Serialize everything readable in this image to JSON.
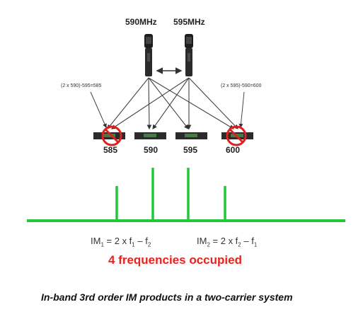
{
  "colors": {
    "spectrum": "#22c73a",
    "prohibit": "#e02020",
    "occupied": "#e8221f",
    "device": "#2b2b2b"
  },
  "transmitters": [
    {
      "label": "590MHz",
      "icon": "microphone-icon"
    },
    {
      "label": "595MHz",
      "icon": "microphone-icon"
    }
  ],
  "formulas": {
    "left": "(2 x 590)-595=585",
    "right": "(2 x 595)-590=600"
  },
  "receivers": [
    {
      "label": "585",
      "prohibited": true
    },
    {
      "label": "590",
      "prohibited": false
    },
    {
      "label": "595",
      "prohibited": false
    },
    {
      "label": "600",
      "prohibited": true
    }
  ],
  "spectrum_lines": [
    {
      "frequency": 585,
      "level": 0.63
    },
    {
      "frequency": 590,
      "level": 0.96
    },
    {
      "frequency": 595,
      "level": 0.96
    },
    {
      "frequency": 600,
      "level": 0.63
    }
  ],
  "im": {
    "im1": {
      "base": "IM",
      "base_sub": "1",
      "rest": " = 2 x f",
      "s1": "1",
      "minus": " – f",
      "s2": "2"
    },
    "im2": {
      "base": "IM",
      "base_sub": "2",
      "rest": " = 2 x f",
      "s1": "2",
      "minus": " – f",
      "s2": "1"
    }
  },
  "occupied_text": "4 frequencies occupied",
  "caption": "In-band 3rd order IM products in a two-carrier system"
}
